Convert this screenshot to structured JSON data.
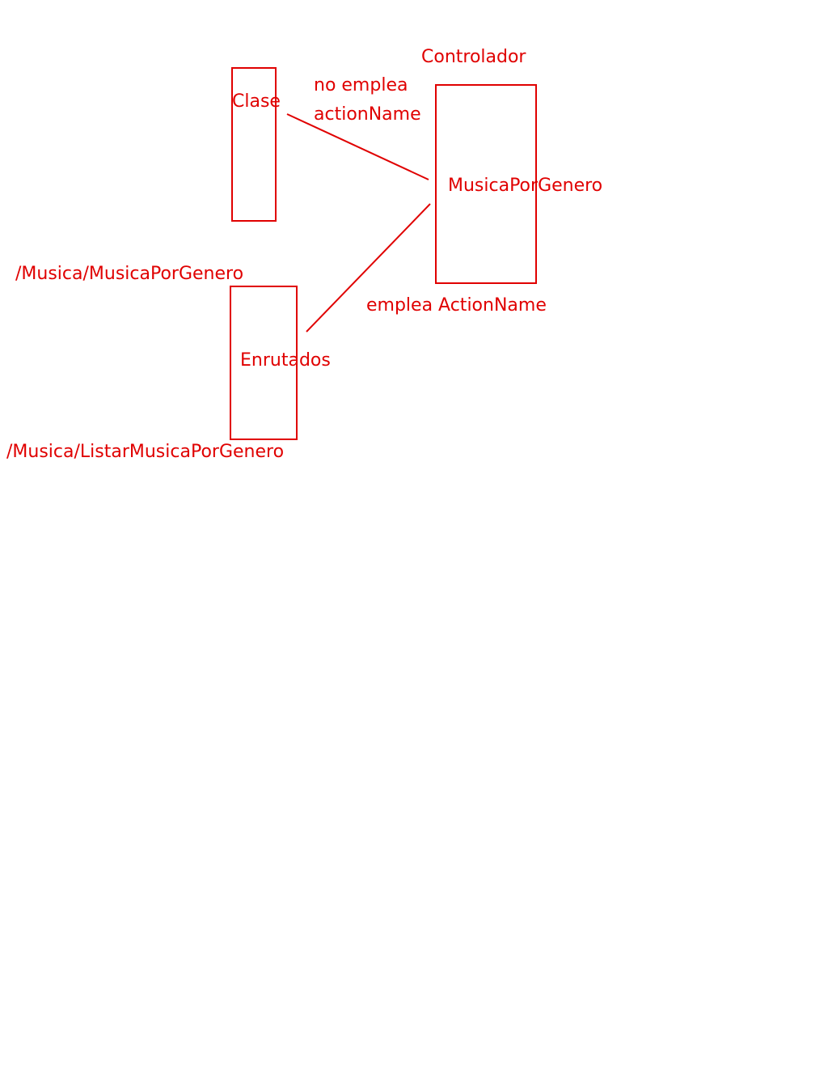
{
  "stroke_color": "#e00000",
  "labels": {
    "controlador": "Controlador",
    "clase": "Clase",
    "no_emplea": "no emplea",
    "action_name_lower": "actionName",
    "musica_por_genero": "MusicaPorGenero",
    "route_musica_por_genero": "/Musica/MusicaPorGenero",
    "emplea_action_name": "emplea ActionName",
    "enrutados": "Enrutados",
    "route_listar": "/Musica/ListarMusicaPorGenero"
  }
}
